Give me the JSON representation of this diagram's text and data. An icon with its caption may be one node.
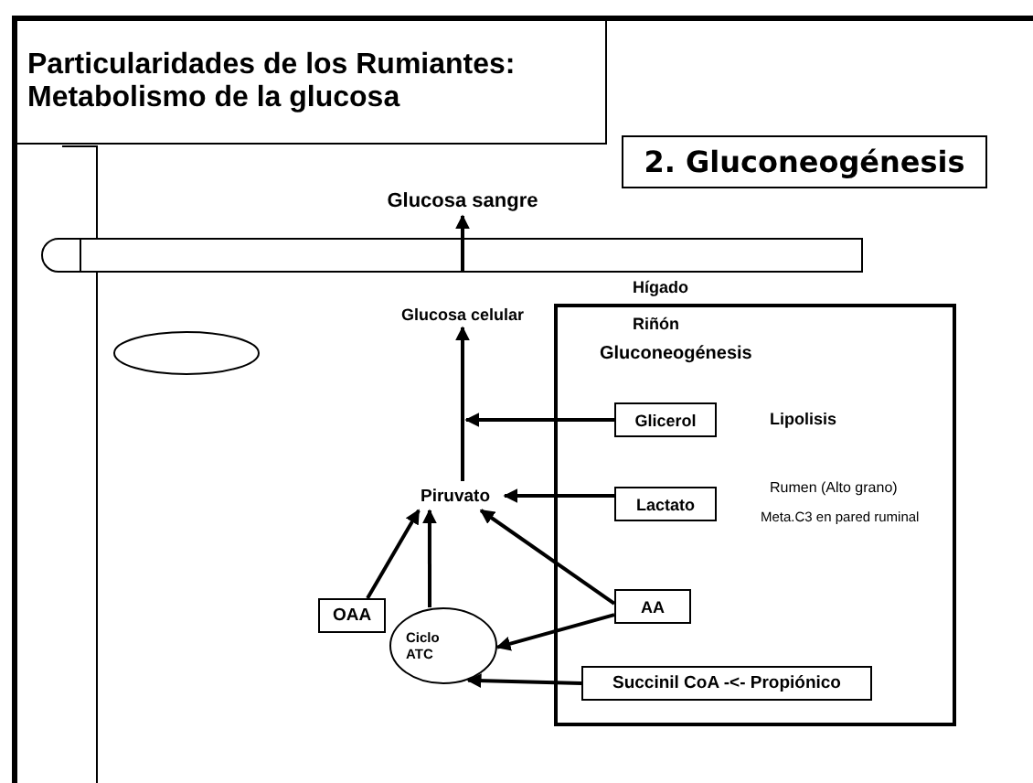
{
  "diagram": {
    "nodes": [
      {
        "text": [
          "Particularidades de los Rumiantes: Metabolismo de la glucosa"
        ]
      },
      {
        "text": [
          "2. Gluconeogénesis"
        ]
      },
      {
        "text": [
          "Glucosa sangre"
        ]
      },
      {
        "text": [],
        "shape": "bar"
      },
      {
        "text": [],
        "shape": "ellipse"
      },
      {
        "text": [
          "Glucosa celular"
        ]
      },
      {
        "text": [
          "Gluconeogénesis"
        ]
      },
      {
        "text": [
          "Glicerol"
        ],
        "in": 6
      },
      {
        "text": [
          "Piruvato"
        ]
      },
      {
        "text": [
          "Lactato"
        ],
        "in": 6
      },
      {
        "text": [
          "AA"
        ],
        "in": 6
      },
      {
        "text": [
          "OAA"
        ]
      },
      {
        "text": [
          "Ciclo ATC"
        ]
      },
      {
        "text": [
          "Succinil CoA -<- Propiónico"
        ],
        "in": 6
      }
    ],
    "edges": [
      {
        "from": 3,
        "to": 2,
        "arrow": "to"
      },
      {
        "from": 8,
        "to": 5,
        "arrow": "to"
      },
      {
        "from": 7,
        "to": 8,
        "arrow": "to"
      },
      {
        "from": 9,
        "to": 8,
        "arrow": "to"
      },
      {
        "from": 11,
        "to": 8,
        "arrow": "to"
      },
      {
        "from": 12,
        "to": 8,
        "arrow": "to"
      },
      {
        "from": 10,
        "to": 8,
        "arrow": "to"
      },
      {
        "from": 10,
        "to": 12,
        "arrow": "to"
      },
      {
        "from": 13,
        "to": 12,
        "arrow": "to"
      }
    ],
    "labels": [
      "Hígado",
      "Riñón",
      "Lipolisis",
      "Rumen (Alto grano)",
      "Meta.C3 en pared ruminal"
    ]
  }
}
